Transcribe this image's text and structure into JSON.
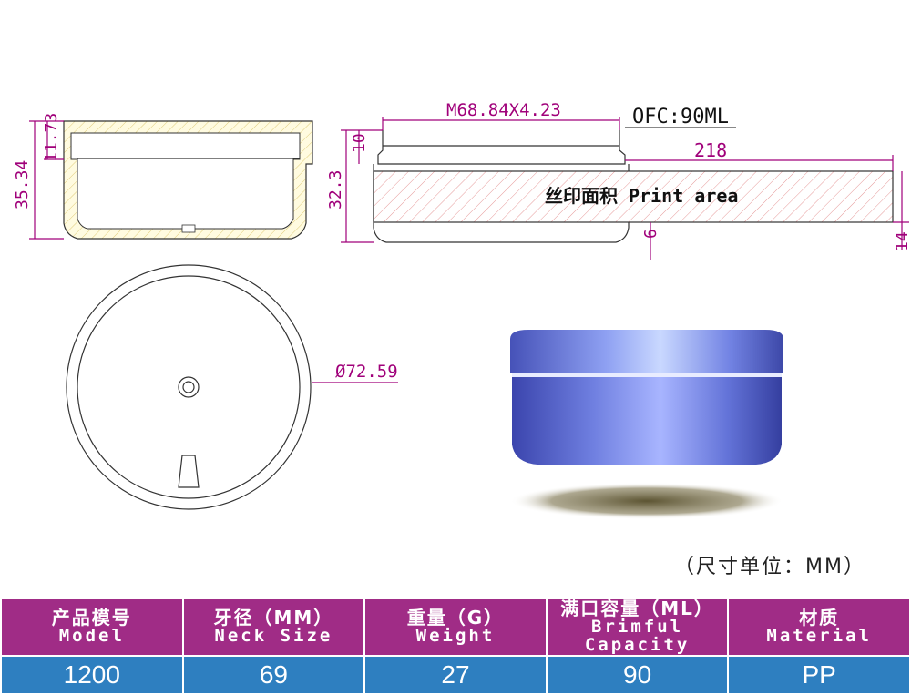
{
  "dimensions": {
    "top_height": "11.73",
    "total_height": "35.34",
    "body_height": "32.3",
    "cap_height": "10",
    "thread": "M68.84X4.23",
    "ofc": "OFC:90ML",
    "print_width": "218",
    "print_area": "丝印面积 Print area",
    "bottom_offset": "6",
    "print_height": "14",
    "diameter": "Ø72.59"
  },
  "unit_note": "（尺寸单位：MM）",
  "table": {
    "headers": [
      {
        "zh": "产品模号",
        "en": "Model"
      },
      {
        "zh": "牙径（MM）",
        "en": "Neck Size"
      },
      {
        "zh": "重量（G）",
        "en": "Weight"
      },
      {
        "zh": "满口容量（ML）",
        "en": "Brimful Capacity"
      },
      {
        "zh": "材质",
        "en": "Material"
      }
    ],
    "values": [
      "1200",
      "69",
      "27",
      "90",
      "PP"
    ]
  },
  "colors": {
    "dimension": "#a0007a",
    "header_bg": "#a02c86",
    "value_bg": "#2e7fc0",
    "jar_blue": "#6f7fe0"
  }
}
